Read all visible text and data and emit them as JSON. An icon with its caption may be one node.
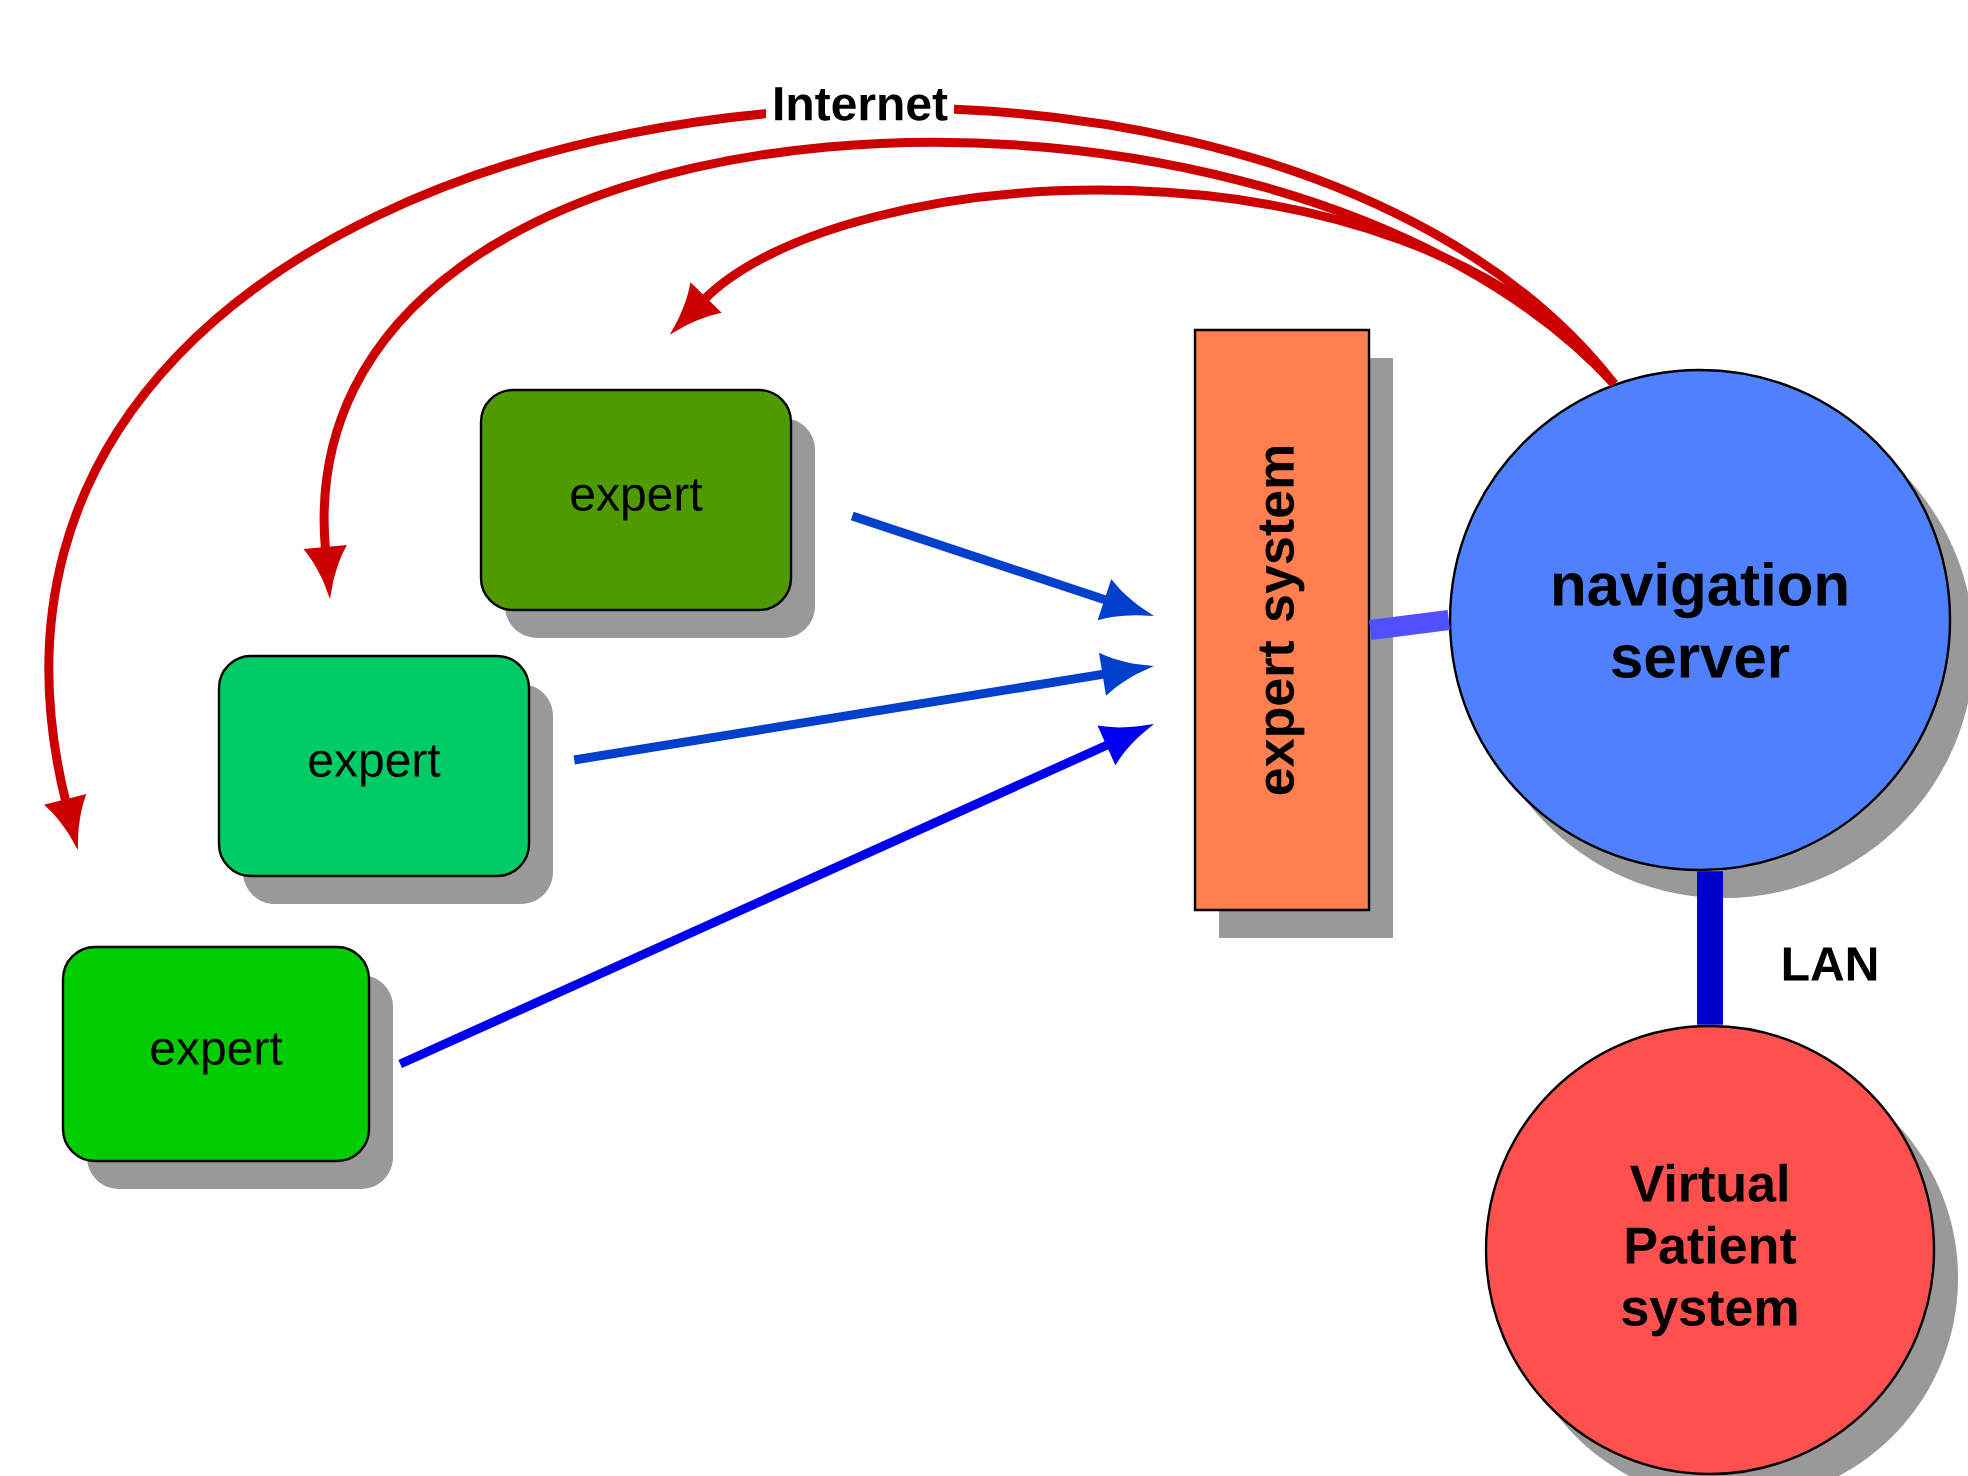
{
  "diagram": {
    "nodes": [
      {
        "text": [
          "expert"
        ]
      },
      {
        "text": [
          "expert"
        ]
      },
      {
        "text": [
          "expert"
        ]
      },
      {
        "text": [
          "expert system"
        ]
      },
      {
        "text": [
          "navigation server"
        ]
      },
      {
        "text": [
          "Virtual Patient system"
        ]
      }
    ],
    "edges": [
      {
        "from": 0,
        "to": 3,
        "arrow": "to",
        "color": "#0040cc"
      },
      {
        "from": 1,
        "to": 3,
        "arrow": "to",
        "color": "#0040cc"
      },
      {
        "from": 2,
        "to": 3,
        "arrow": "to",
        "color": "#0000ee"
      },
      {
        "from": 4,
        "to": 0,
        "arrow": "to",
        "color": "#cc0000"
      },
      {
        "from": 4,
        "to": 1,
        "arrow": "to",
        "color": "#cc0000",
        "label": "Internet"
      },
      {
        "from": 4,
        "to": 2,
        "arrow": "to",
        "color": "#cc0000"
      },
      {
        "from": 3,
        "to": 4,
        "arrow": "none",
        "style": "thick",
        "color": "#5050ff"
      },
      {
        "from": 4,
        "to": 5,
        "arrow": "none",
        "style": "thick",
        "color": "#0000cc",
        "label": "LAN"
      }
    ]
  }
}
